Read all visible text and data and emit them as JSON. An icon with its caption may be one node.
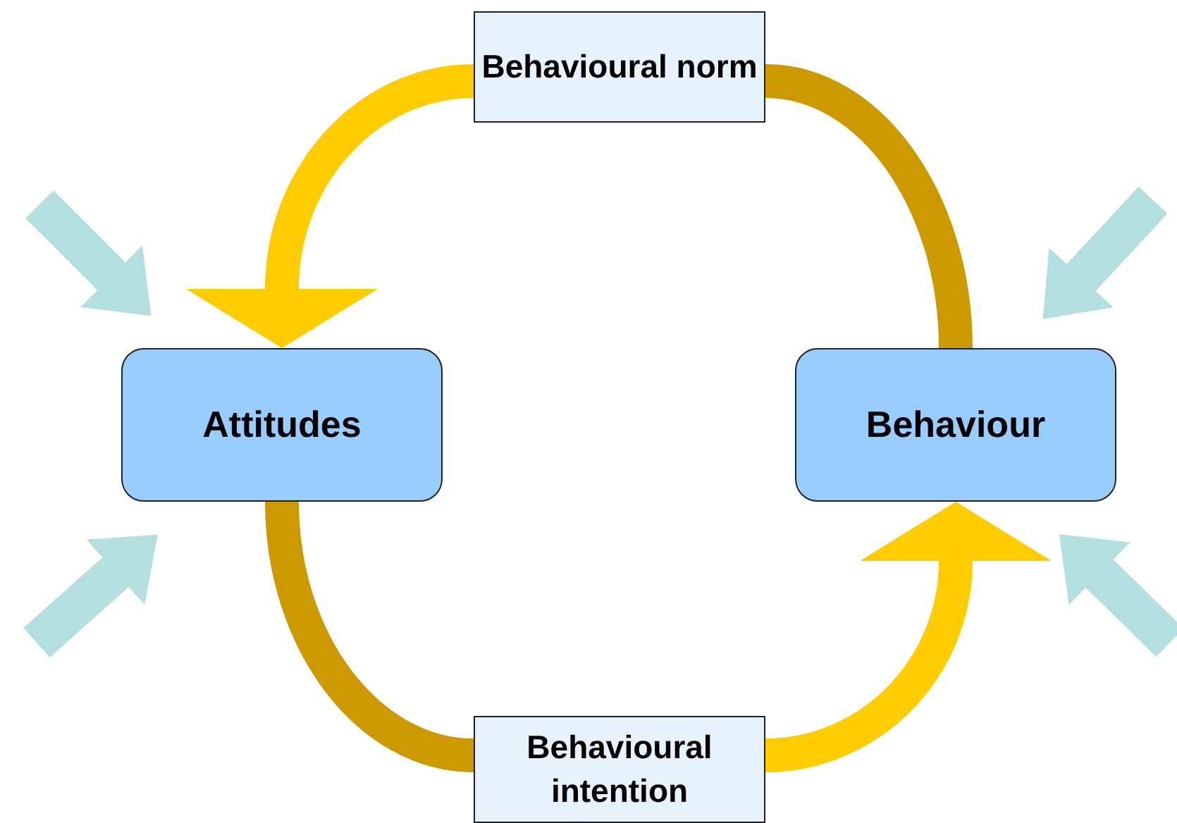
{
  "diagram": {
    "nodes": [
      {
        "text": [
          "Attitudes"
        ]
      },
      {
        "text": [
          "Behaviour"
        ]
      },
      {
        "text": [
          "Behavioural norm"
        ]
      },
      {
        "text": [
          "Behavioural intention"
        ]
      }
    ],
    "edges": [
      {
        "from": 1,
        "to": 2,
        "arrow": "none",
        "color": "#cc9900"
      },
      {
        "from": 2,
        "to": 0,
        "arrow": "to",
        "color": "#ffcc00"
      },
      {
        "from": 0,
        "to": 3,
        "arrow": "none",
        "color": "#cc9900"
      },
      {
        "from": 3,
        "to": 1,
        "arrow": "to",
        "color": "#ffcc00"
      },
      {
        "from": null,
        "to": 0,
        "arrow": "to"
      },
      {
        "from": null,
        "to": 0,
        "arrow": "to"
      },
      {
        "from": null,
        "to": 1,
        "arrow": "to"
      },
      {
        "from": null,
        "to": 1,
        "arrow": "to"
      }
    ]
  }
}
